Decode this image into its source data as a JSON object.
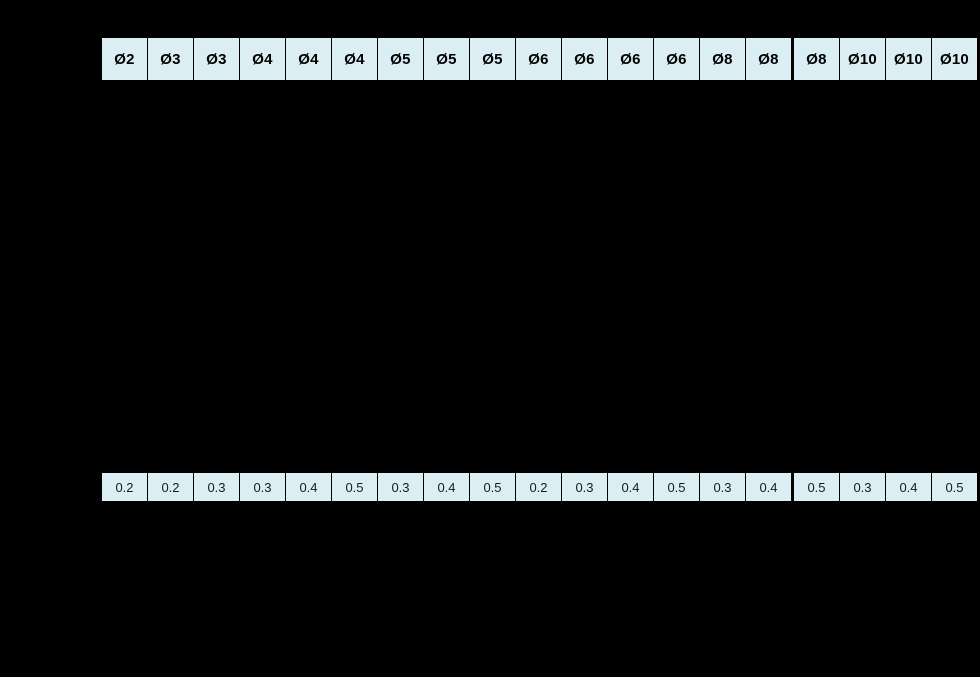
{
  "page": {
    "background_color": "#000000"
  },
  "table": {
    "cell_fill_color": "#daeef3",
    "separator_color": "#000000",
    "text_color": "#000000",
    "group_break_before_index": 15,
    "diameter_row": {
      "cells": [
        "Ø2",
        "Ø3",
        "Ø3",
        "Ø4",
        "Ø4",
        "Ø4",
        "Ø5",
        "Ø5",
        "Ø5",
        "Ø6",
        "Ø6",
        "Ø6",
        "Ø6",
        "Ø8",
        "Ø8",
        "Ø8",
        "Ø10",
        "Ø10",
        "Ø10"
      ]
    },
    "value_row": {
      "cells": [
        "0.2",
        "0.2",
        "0.3",
        "0.3",
        "0.4",
        "0.5",
        "0.3",
        "0.4",
        "0.5",
        "0.2",
        "0.3",
        "0.4",
        "0.5",
        "0.3",
        "0.4",
        "0.5",
        "0.3",
        "0.4",
        "0.5"
      ]
    }
  }
}
